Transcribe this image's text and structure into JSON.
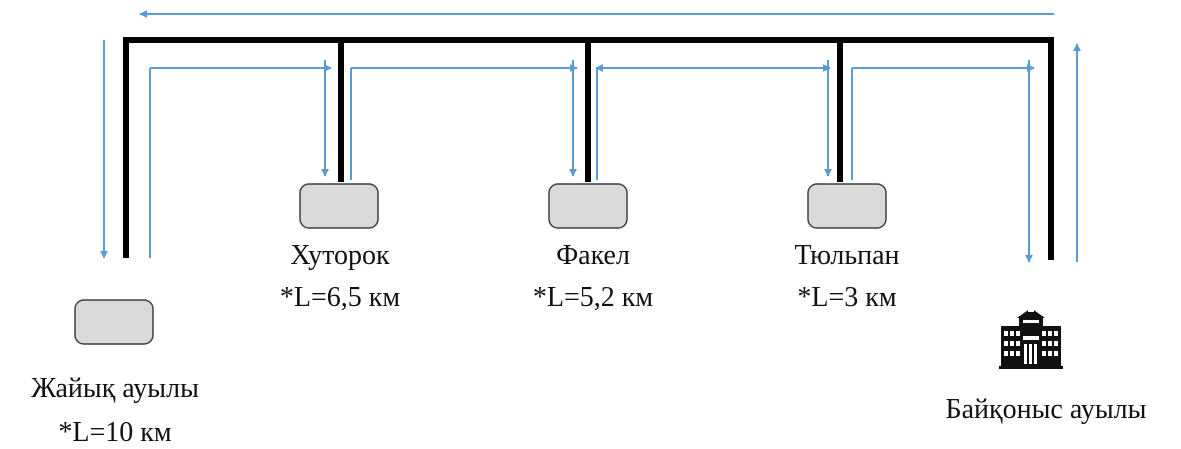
{
  "colors": {
    "pipe": "#000000",
    "arrow": "#5b9bd5",
    "stop_fill": "#d9d9d9",
    "stop_stroke": "#404040"
  },
  "icons": {
    "building": "school-building-icon"
  },
  "stops": [
    {
      "name": "Жайық ауылы",
      "distance": "*L=10 км"
    },
    {
      "name": "Хуторок",
      "distance": "*L=6,5 км"
    },
    {
      "name": "Факел",
      "distance": "*L=5,2 км"
    },
    {
      "name": "Тюльпан",
      "distance": "*L=3 км"
    }
  ],
  "destination": {
    "name": "Байқоныс ауылы"
  }
}
